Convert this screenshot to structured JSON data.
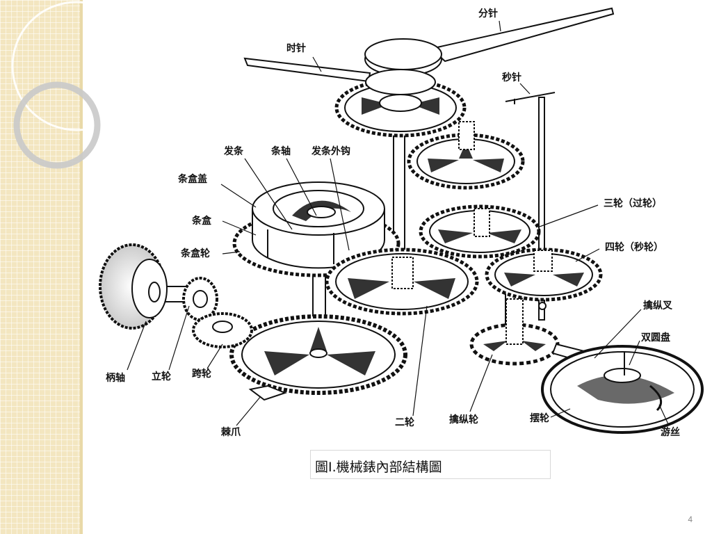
{
  "labels": {
    "minute_hand": "分针",
    "hour_hand": "时针",
    "second_hand": "秒针",
    "mainspring": "发条",
    "arbor": "条轴",
    "spring_hook": "发条外钩",
    "barrel_cover": "条盒盖",
    "barrel": "条盒",
    "barrel_wheel": "条盒轮",
    "third_wheel": "三轮（过轮）",
    "fourth_wheel": "四轮（秒轮）",
    "pallet_fork": "擒纵叉",
    "double_roller": "双圆盘",
    "winding_stem": "柄轴",
    "crown_wheel": "立轮",
    "intermediate_wheel": "跨轮",
    "click": "棘爪",
    "second_wheel": "二轮",
    "escape_wheel": "擒纵轮",
    "balance_wheel": "摆轮",
    "hairspring": "游丝"
  },
  "caption": "圖Ⅰ.機械錶內部結構圖",
  "page_number": "4",
  "colors": {
    "sidebar": "#f3e6c0",
    "line": "#111111"
  }
}
